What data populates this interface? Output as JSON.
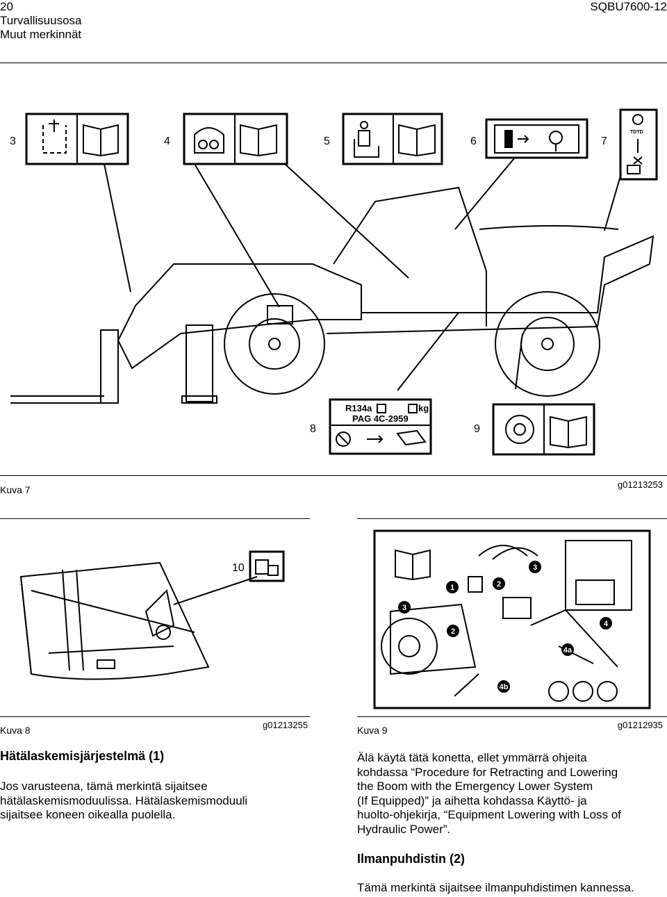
{
  "header": {
    "page_number": "20",
    "doc_code": "SQBU7600-12",
    "section": "Turvallisuusosa",
    "subsection": "Muut merkinnät"
  },
  "figure7": {
    "caption": "Kuva 7",
    "graphic_id": "g01213253",
    "callouts": [
      "3",
      "4",
      "5",
      "6",
      "7",
      "8",
      "9"
    ],
    "decal8_line1": "R134a",
    "decal8_line1_unit": "kg",
    "decal8_line2": "PAG 4C-2959",
    "decal7_text": "TDTD"
  },
  "figure8": {
    "caption": "Kuva 8",
    "graphic_id": "g01213255",
    "callout": "10"
  },
  "figure9": {
    "caption": "Kuva 9",
    "graphic_id": "g01212935",
    "callouts": [
      "1",
      "2",
      "3",
      "2",
      "3",
      "4",
      "4a",
      "4b"
    ]
  },
  "left_column": {
    "heading": "Hätälaskemisjärjestelmä (1)",
    "paragraph_lines": [
      "Jos varusteena, tämä merkintä sijaitsee",
      "hätälaskemismoduulissa. Hätälaskemismoduuli",
      "sijaitsee koneen oikealla puolella."
    ]
  },
  "right_column": {
    "paragraph_lines": [
      "Älä käytä tätä konetta, ellet ymmärrä ohjeita",
      "kohdassa “Procedure for Retracting and Lowering",
      "the Boom with the Emergency Lower System",
      "(If Equipped)” ja aihetta kohdassa Käyttö- ja",
      "huolto-ohjekirja, “Equipment Lowering with Loss of",
      "Hydraulic Power”."
    ],
    "heading": "Ilmanpuhdistin (2)",
    "paragraph2": "Tämä merkintä sijaitsee ilmanpuhdistimen kannessa."
  }
}
